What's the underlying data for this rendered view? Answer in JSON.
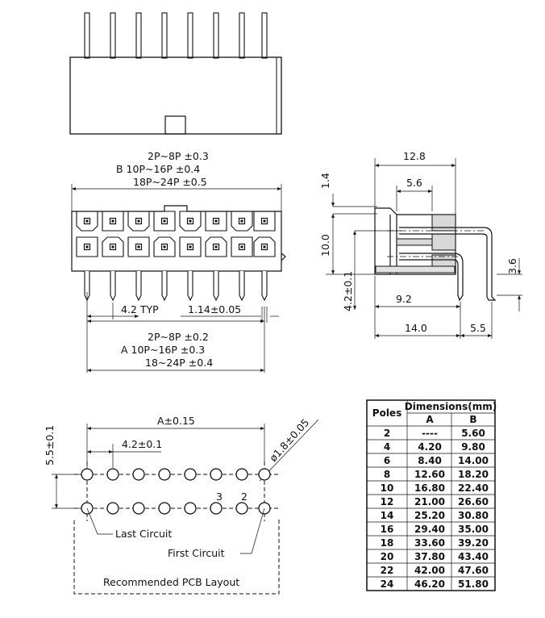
{
  "front_tol": {
    "line1": "2P~8P  ±0.3",
    "line2": "B  10P~16P  ±0.4",
    "line3": "18P~24P  ±0.5"
  },
  "pin_dims": {
    "pitch": "4.2  TYP",
    "pin_width": "1.14±0.05"
  },
  "bottom_tol": {
    "line1": "2P~8P  ±0.2",
    "line2": "A  10P~16P  ±0.3",
    "line3": "18~24P  ±0.4"
  },
  "side_dims": {
    "top_width": "12.8",
    "inner": "5.6",
    "height_small": "1.4",
    "height": "10.0",
    "offset": "4.2±0.1",
    "pin_len": "3.6",
    "span1": "9.2",
    "span2": "14.0",
    "span3": "5.5"
  },
  "pcb": {
    "a_dim": "A±0.15",
    "pitch": "4.2±0.1",
    "row": "5.5±0.1",
    "hole": "ø1.8±0.05",
    "n3": "3",
    "n2": "2",
    "last": "Last Circuit",
    "first": "First Circuit",
    "caption": "Recommended PCB Layout"
  },
  "table": {
    "h_poles": "Poles",
    "h_dims": "Dimensions(mm)",
    "h_a": "A",
    "h_b": "B",
    "rows": [
      [
        "2",
        "----",
        "5.60"
      ],
      [
        "4",
        "4.20",
        "9.80"
      ],
      [
        "6",
        "8.40",
        "14.00"
      ],
      [
        "8",
        "12.60",
        "18.20"
      ],
      [
        "10",
        "16.80",
        "22.40"
      ],
      [
        "12",
        "21.00",
        "26.60"
      ],
      [
        "14",
        "25.20",
        "30.80"
      ],
      [
        "16",
        "29.40",
        "35.00"
      ],
      [
        "18",
        "33.60",
        "39.20"
      ],
      [
        "20",
        "37.80",
        "43.40"
      ],
      [
        "22",
        "42.00",
        "47.60"
      ],
      [
        "24",
        "46.20",
        "51.80"
      ]
    ]
  }
}
